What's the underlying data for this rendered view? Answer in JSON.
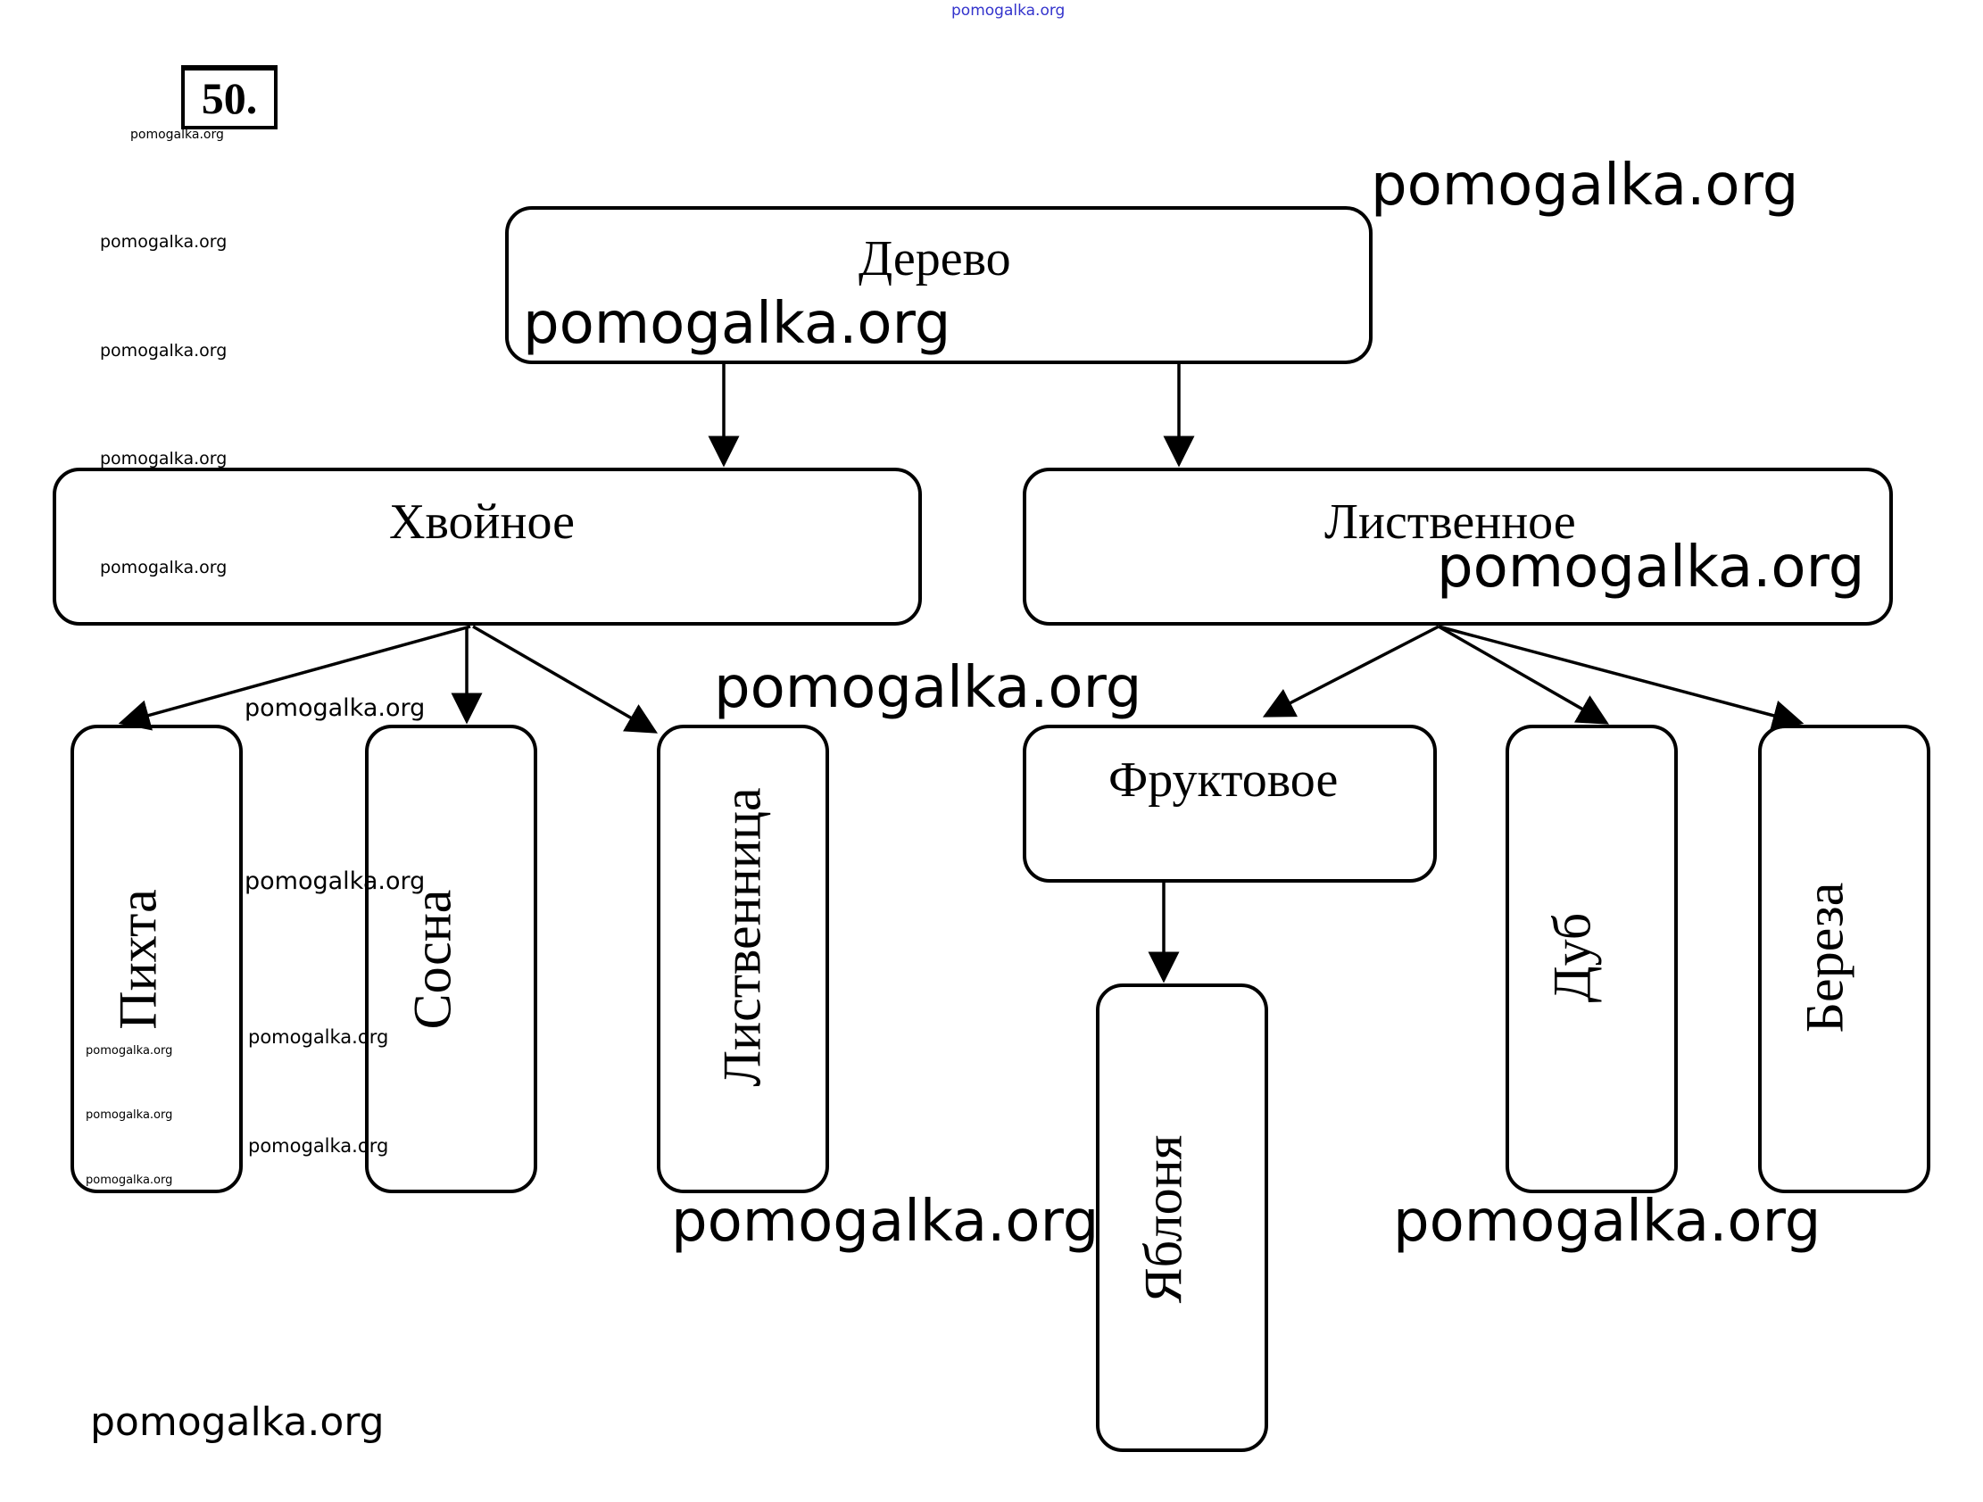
{
  "problem_number": "50.",
  "diagram": {
    "root": "Дерево",
    "level1": [
      "Хвойное",
      "Лиственное"
    ],
    "coniferous_children": [
      "Пихта",
      "Сосна",
      "Лиственница"
    ],
    "deciduous_children": [
      "Фруктовое",
      "Дуб",
      "Береза"
    ],
    "fruit_children": [
      "Яблоня"
    ]
  },
  "watermarks": {
    "text": "pomogalka.org",
    "top_blue": "pomogalka.org"
  }
}
